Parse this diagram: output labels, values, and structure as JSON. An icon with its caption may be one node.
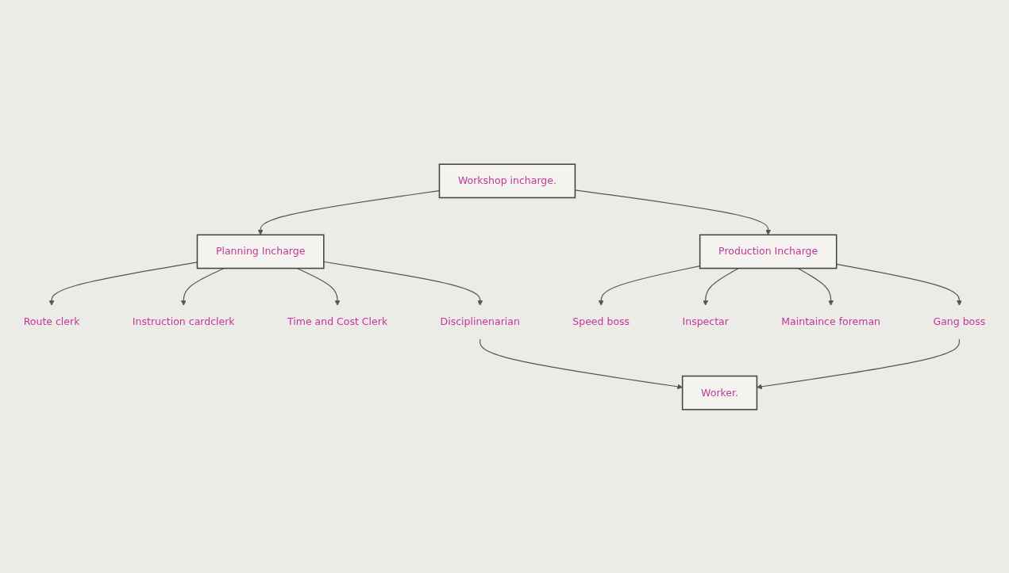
{
  "diagram": {
    "nodes": [
      {
        "text": [
          "Workshop incharge."
        ]
      },
      {
        "text": [
          "Planning Incharge"
        ]
      },
      {
        "text": [
          "Production Incharge"
        ]
      },
      {
        "text": [
          "Route clerk"
        ]
      },
      {
        "text": [
          "Instruction cardclerk"
        ]
      },
      {
        "text": [
          "Time and Cost Clerk"
        ]
      },
      {
        "text": [
          "Disciplinenarian"
        ]
      },
      {
        "text": [
          "Speed boss"
        ]
      },
      {
        "text": [
          "Inspectar"
        ]
      },
      {
        "text": [
          "Maintaince foreman"
        ]
      },
      {
        "text": [
          "Gang boss"
        ]
      },
      {
        "text": [
          "Worker."
        ]
      }
    ],
    "edges": [
      {
        "from": 0,
        "to": 1,
        "arrow": "to"
      },
      {
        "from": 0,
        "to": 2,
        "arrow": "to"
      },
      {
        "from": 1,
        "to": 3,
        "arrow": "to"
      },
      {
        "from": 1,
        "to": 4,
        "arrow": "to"
      },
      {
        "from": 1,
        "to": 5,
        "arrow": "to"
      },
      {
        "from": 1,
        "to": 6,
        "arrow": "to"
      },
      {
        "from": 2,
        "to": 7,
        "arrow": "to"
      },
      {
        "from": 2,
        "to": 8,
        "arrow": "to"
      },
      {
        "from": 2,
        "to": 9,
        "arrow": "to"
      },
      {
        "from": 2,
        "to": 10,
        "arrow": "to"
      },
      {
        "from": 6,
        "to": 11,
        "arrow": "to"
      },
      {
        "from": 10,
        "to": 11,
        "arrow": "to"
      }
    ]
  }
}
